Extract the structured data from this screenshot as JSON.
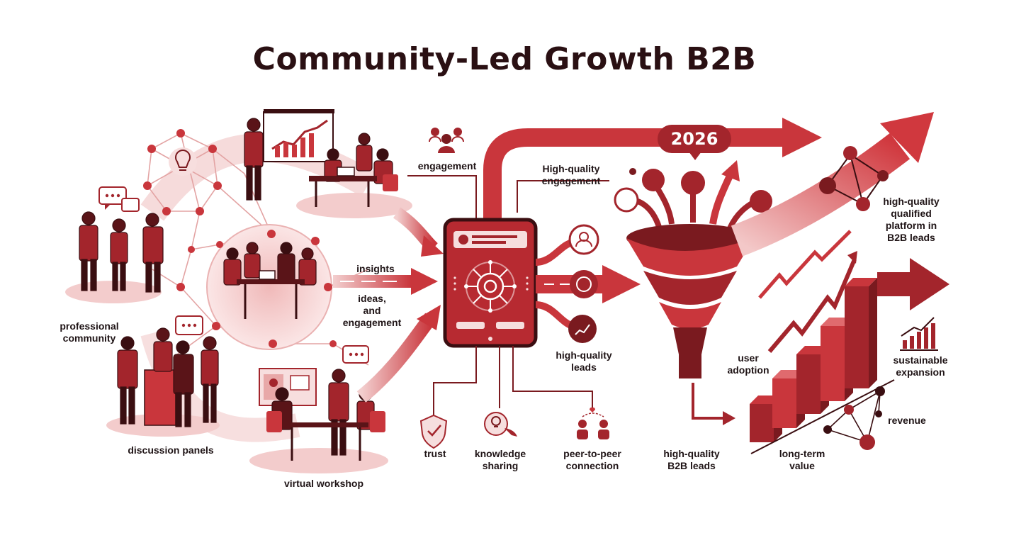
{
  "title": "Community-Led Growth B2B",
  "year": "2026",
  "labels": {
    "professional_community": "professional\ncommunity",
    "discussion_panels": "discussion panels",
    "virtual_workshop": "virtual workshop",
    "engagement_top": "engagement",
    "insights": "insights",
    "ideas_engagement": "ideas,\nand\nengagement",
    "high_quality_engagement": "High-quality\nengagement",
    "high_quality_leads": "high-quality\nleads",
    "trust": "trust",
    "knowledge_sharing": "knowledge\nsharing",
    "peer_connection": "peer-to-peer\nconnection",
    "b2b_leads": "high-quality\nB2B leads",
    "user_adoption": "user\nadoption",
    "long_term_value": "long-term\nvalue",
    "revenue": "revenue",
    "sustainable_expansion": "sustainable\nexpansion",
    "qualified_platform": "high-quality\nqualified\nplatform in\nB2B leads"
  },
  "colors": {
    "primary": "#a3252c",
    "dark": "#5a1418",
    "light": "#e8a8a8",
    "pale": "#f6dede",
    "ink": "#2a1013"
  }
}
